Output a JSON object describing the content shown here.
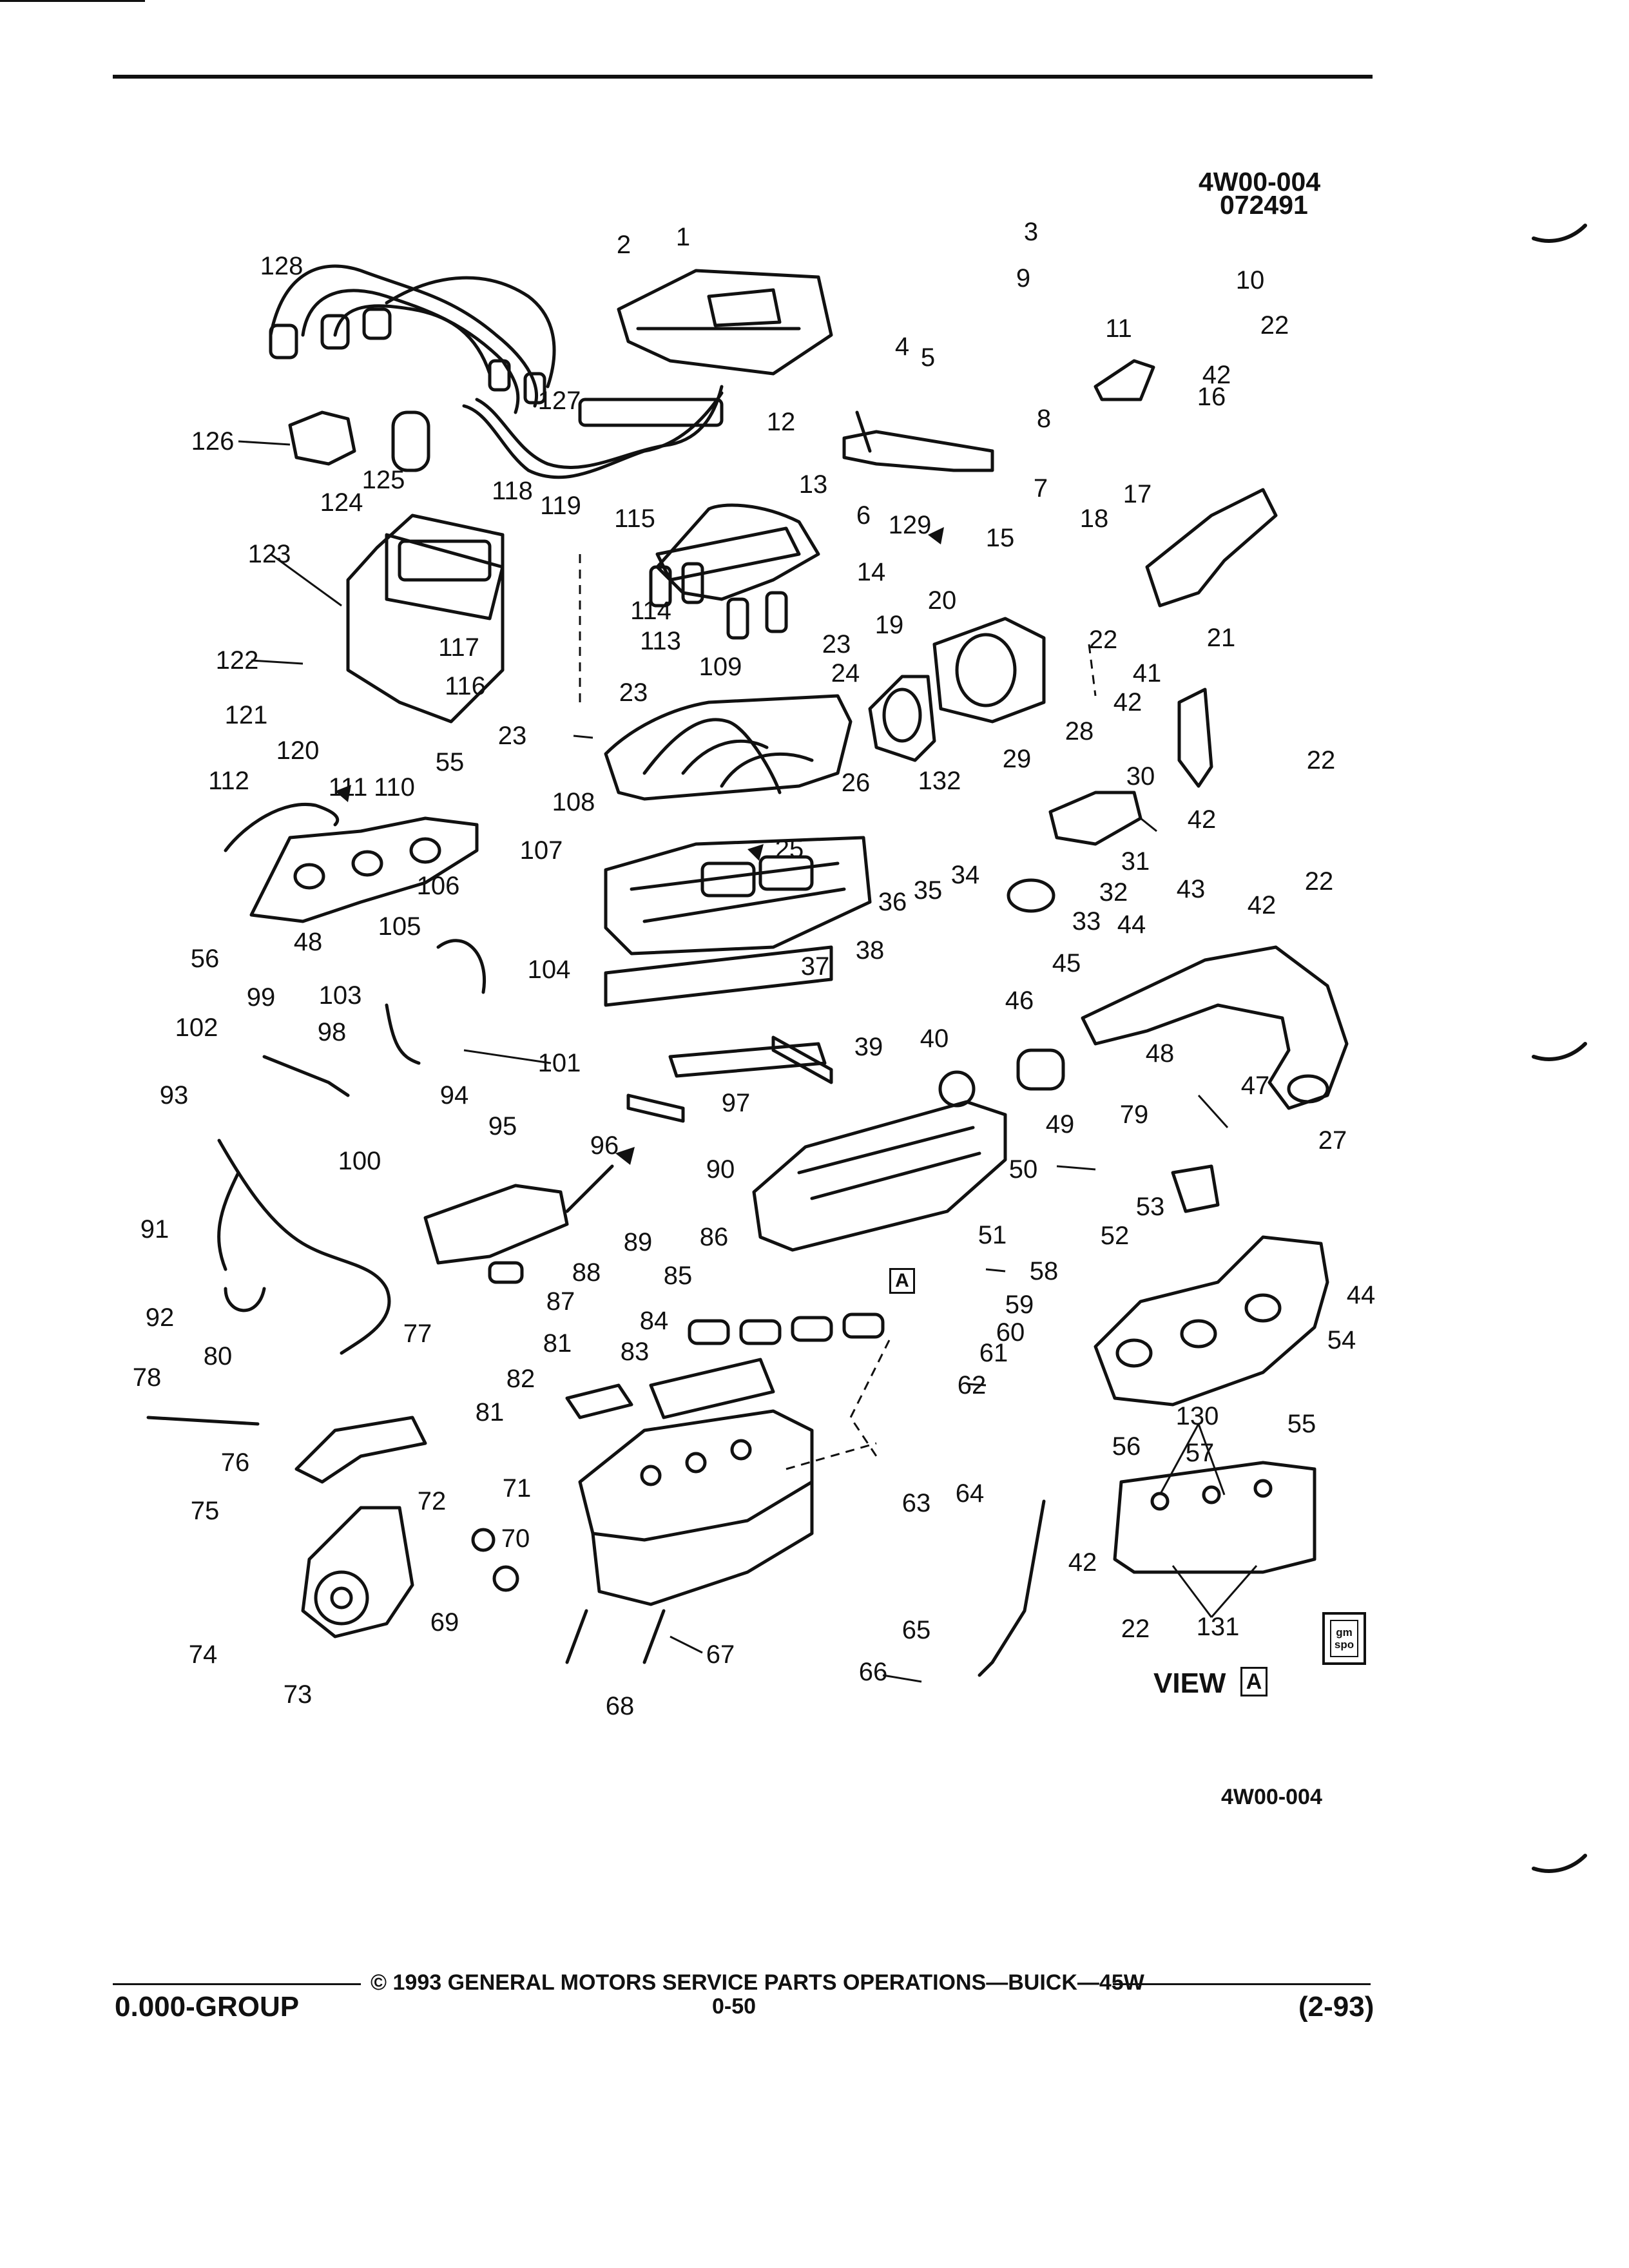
{
  "header": {
    "figure_id": "4W00-004",
    "date_code": "072491"
  },
  "view_label": "VIEW",
  "view_letter": "A",
  "arrow_letter": "A",
  "logo_text": "gm spo",
  "figure_id_bottom": "4W00-004",
  "footer": {
    "copyright": "© 1993 GENERAL MOTORS SERVICE PARTS OPERATIONS—BUICK—45W",
    "group": "0.000-GROUP",
    "page": "0-50",
    "date": "(2-93)"
  },
  "callouts": [
    "1",
    "2",
    "3",
    "4",
    "5",
    "6",
    "7",
    "8",
    "9",
    "10",
    "11",
    "12",
    "13",
    "14",
    "15",
    "16",
    "17",
    "18",
    "19",
    "20",
    "21",
    "22",
    "22",
    "22",
    "22",
    "22",
    "23",
    "23",
    "23",
    "24",
    "25",
    "26",
    "27",
    "28",
    "29",
    "30",
    "31",
    "32",
    "33",
    "34",
    "35",
    "36",
    "37",
    "38",
    "39",
    "40",
    "41",
    "42",
    "42",
    "42",
    "42",
    "42",
    "43",
    "44",
    "44",
    "45",
    "46",
    "47",
    "48",
    "48",
    "49",
    "50",
    "51",
    "52",
    "53",
    "54",
    "55",
    "55",
    "56",
    "56",
    "57",
    "58",
    "59",
    "60",
    "61",
    "62",
    "63",
    "64",
    "65",
    "66",
    "67",
    "68",
    "69",
    "70",
    "71",
    "72",
    "73",
    "74",
    "75",
    "76",
    "77",
    "78",
    "79",
    "80",
    "81",
    "81",
    "82",
    "83",
    "84",
    "85",
    "86",
    "87",
    "88",
    "89",
    "90",
    "91",
    "92",
    "93",
    "94",
    "95",
    "96",
    "97",
    "98",
    "99",
    "100",
    "101",
    "102",
    "103",
    "104",
    "105",
    "106",
    "107",
    "108",
    "109",
    "110",
    "111",
    "112",
    "113",
    "114",
    "115",
    "116",
    "117",
    "118",
    "119",
    "120",
    "121",
    "122",
    "123",
    "124",
    "125",
    "126",
    "127",
    "128",
    "129",
    "130",
    "131",
    "132"
  ]
}
